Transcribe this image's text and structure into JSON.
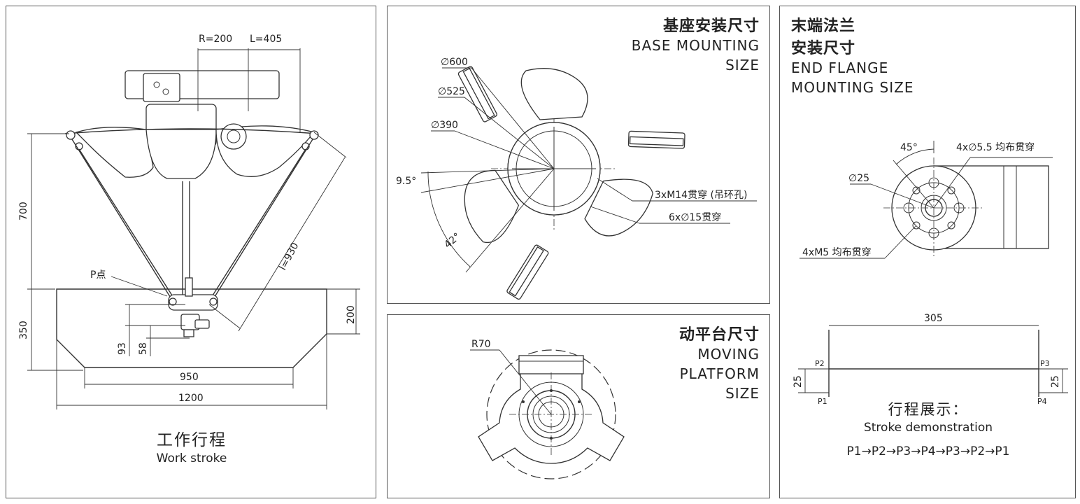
{
  "work_stroke": {
    "title_cn": "工作行程",
    "title_en": "Work stroke",
    "dims": {
      "R": "R=200",
      "L": "L=405",
      "h700": "700",
      "h350": "350",
      "h200": "200",
      "l930": "l=930",
      "d93": "93",
      "d58": "58",
      "w950": "950",
      "w1200": "1200",
      "p_point": "P点"
    }
  },
  "base_mounting": {
    "title_cn": "基座安装尺寸",
    "title_en_1": "BASE MOUNTING",
    "title_en_2": "SIZE",
    "labels": {
      "d600": "∅600",
      "d525": "∅525",
      "d390": "∅390",
      "a95": "9.5°",
      "a42": "42°",
      "m14": "3xM14贯穿 (吊环孔)",
      "d15": "6x∅15贯穿"
    }
  },
  "moving_platform": {
    "title_cn": "动平台尺寸",
    "title_en_1": "MOVING",
    "title_en_2": "PLATFORM",
    "title_en_3": "SIZE",
    "labels": {
      "r70": "R70"
    }
  },
  "end_flange": {
    "title_cn_1": "末端法兰",
    "title_cn_2": "安装尺寸",
    "title_en_1": "END FLANGE",
    "title_en_2": "MOUNTING SIZE",
    "labels": {
      "a45": "45°",
      "holes": "4x∅5.5 均布贯穿",
      "d25": "∅25",
      "m5": "4xM5 均布贯穿"
    }
  },
  "stroke_demo": {
    "w305": "305",
    "h25_left": "25",
    "h25_right": "25",
    "p1": "P1",
    "p2": "P2",
    "p3": "P3",
    "p4": "P4",
    "title_cn": "行程展示：",
    "title_en": "Stroke demonstration",
    "sequence": "P1→P2→P3→P4→P3→P2→P1"
  }
}
